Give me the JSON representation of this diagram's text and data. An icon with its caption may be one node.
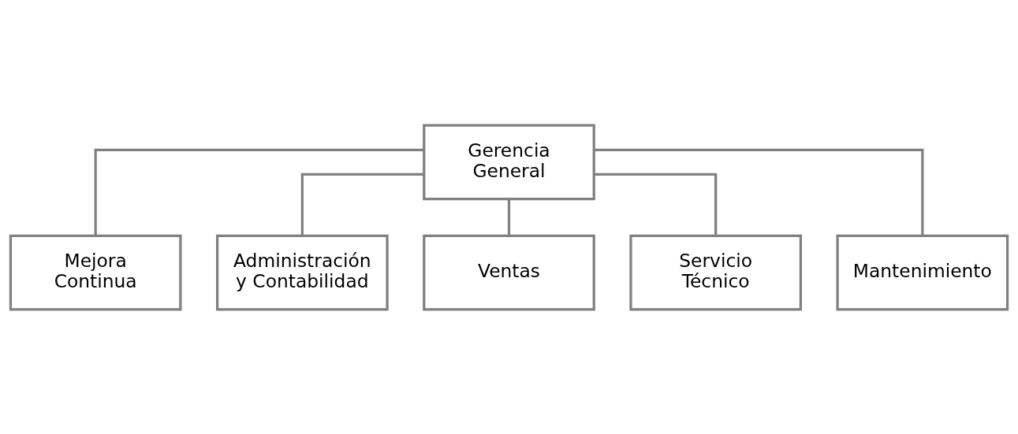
{
  "diagram": {
    "nodes": [
      {
        "text": [
          "Gerencia General"
        ]
      },
      {
        "text": [
          "Mejora Continua"
        ]
      },
      {
        "text": [
          "Administración y Contabilidad"
        ]
      },
      {
        "text": [
          "Ventas"
        ]
      },
      {
        "text": [
          "Servicio Técnico"
        ]
      },
      {
        "text": [
          "Mantenimiento"
        ]
      }
    ],
    "edges": [
      {
        "from": 0,
        "to": 1,
        "arrow": "none"
      },
      {
        "from": 0,
        "to": 2,
        "arrow": "none"
      },
      {
        "from": 0,
        "to": 3,
        "arrow": "none"
      },
      {
        "from": 0,
        "to": 4,
        "arrow": "none"
      },
      {
        "from": 0,
        "to": 5,
        "arrow": "none"
      }
    ]
  }
}
